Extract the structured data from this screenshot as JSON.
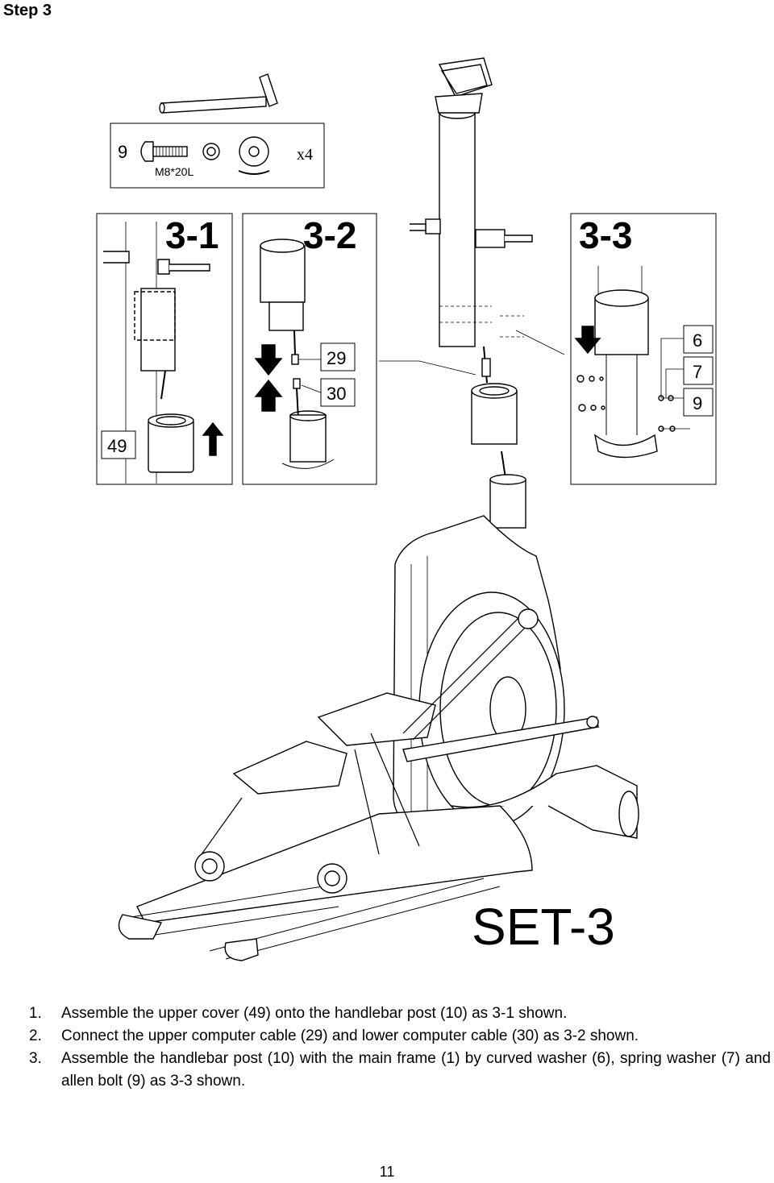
{
  "header": {
    "step_title": "Step 3"
  },
  "hardware_box": {
    "part_number": "9",
    "bolt_spec": "M8*20L",
    "quantity": "x4"
  },
  "panels": [
    {
      "title": "3-1",
      "callouts": [
        "49"
      ]
    },
    {
      "title": "3-2",
      "callouts": [
        "29",
        "30"
      ]
    },
    {
      "title": "3-3",
      "callouts": [
        "6",
        "7",
        "9"
      ]
    }
  ],
  "set_label": "SET-3",
  "instructions": [
    {
      "num": "1.",
      "text": "Assemble the upper cover (49) onto the handlebar post (10) as 3-1 shown."
    },
    {
      "num": "2.",
      "text": "Connect the upper computer cable (29) and lower computer cable (30) as 3-2 shown."
    },
    {
      "num": "3.",
      "text": "Assemble the handlebar post (10) with the main frame (1) by curved washer (6), spring washer (7) and allen bolt (9) as 3-3 shown."
    }
  ],
  "page_number": "11"
}
